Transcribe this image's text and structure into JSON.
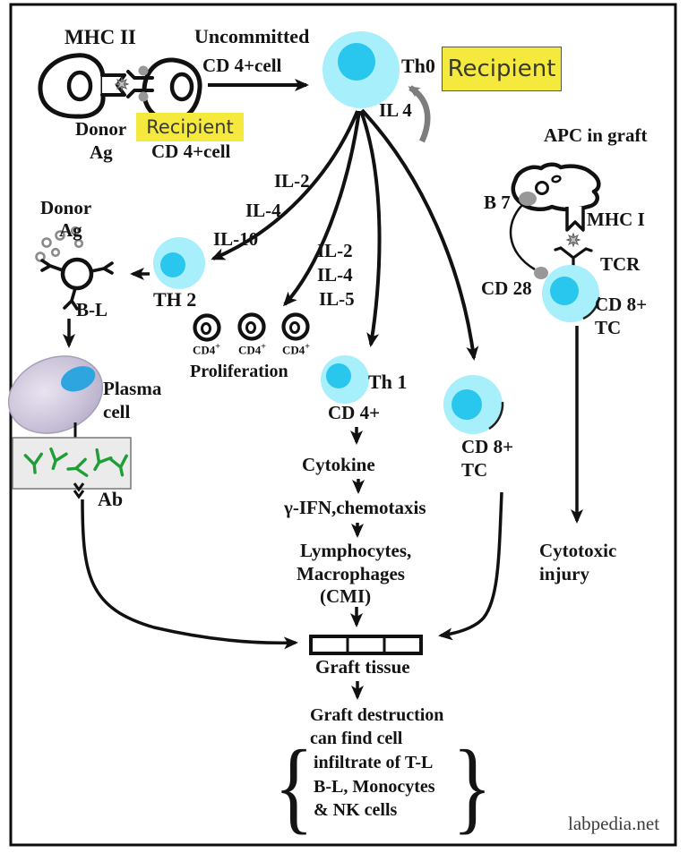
{
  "diagram": {
    "watermark": "labpedia.net",
    "colors": {
      "cell_body": "#A7EFFA",
      "cell_nucleus": "#29C6EE",
      "nucleus_deep": "#2FA5DF",
      "highlight": "#F5E93D",
      "antibody": "#1E9E35",
      "receptor_gray": "#989898",
      "arrow_gray": "#7d7d7d",
      "ink": "#111111"
    },
    "top_left": {
      "mhc2": "MHC II",
      "uncommitted": "Uncommitted",
      "cd4cell": "CD 4+cell",
      "donor": "Donor",
      "ag": "Ag",
      "recipient": "Recipient",
      "recipient_cd4cell": "CD 4+cell"
    },
    "th0": {
      "label": "Th0",
      "recipient": "Recipient",
      "il4_feedback": "IL 4"
    },
    "right": {
      "apc": "APC in graft",
      "b7": "B 7",
      "mhc1": "MHC I",
      "tcr": "TCR",
      "cd28": "CD 28",
      "cd8": "CD 8+",
      "tc": "TC",
      "cytotoxic1": "Cytotoxic",
      "cytotoxic2": "injury"
    },
    "cytokines_left": {
      "il2": "IL-2",
      "il4": "IL-4",
      "il10": "IL-10"
    },
    "cytokines_mid": {
      "il2": "IL-2",
      "il4": "IL-4",
      "il5": "IL-5"
    },
    "th2_branch": {
      "donor": "Donor",
      "ag": "Ag",
      "th2": "TH 2",
      "bl": "B-L",
      "plasma1": "Plasma",
      "plasma2": "cell",
      "ab": "Ab"
    },
    "proliferation": {
      "cd4": "CD4",
      "sup": "+",
      "label": "Proliferation"
    },
    "th1_branch": {
      "th1": "Th 1",
      "cd4": "CD 4+",
      "cytokine": "Cytokine",
      "gifn": "γ-IFN,chemotaxis",
      "lymph": "Lymphocytes,",
      "macro": "Macrophages",
      "cmi": "(CMI)"
    },
    "cd8_mid": {
      "cd8": "CD 8+",
      "tc": "TC"
    },
    "graft": {
      "tissue": "Graft tissue",
      "destruction": [
        "Graft destruction",
        "can find cell",
        "infiltrate of T-L",
        "B-L, Monocytes",
        "& NK cells"
      ],
      "brace_left": "{",
      "brace_right": "}"
    }
  }
}
